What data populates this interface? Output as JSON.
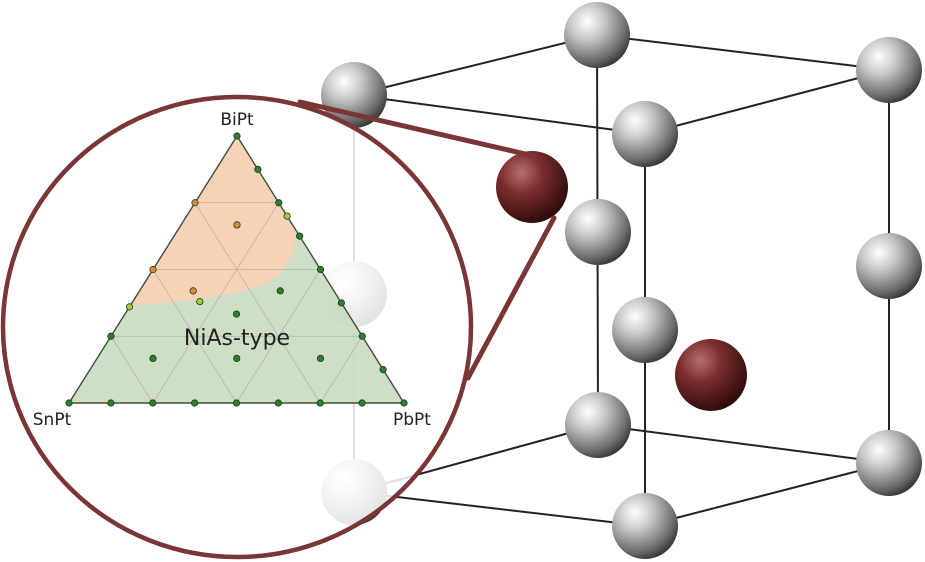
{
  "colors": {
    "inset_ring": "#7a3535",
    "pt_atom": "#bdbdbd",
    "x_atom": "#6e2424",
    "nias_region": "#c9dcc0",
    "other_region": "#f6d2b6",
    "point_green": "#2f7d2f",
    "point_orange": "#e0893a",
    "point_yellow": "#a7c93a"
  },
  "ternary": {
    "vertices": {
      "top": "BiPt",
      "left": "SnPt",
      "right": "PbPt"
    },
    "region_label": "NiAs-type",
    "grid_divisions": 4,
    "points": [
      {
        "bi": 1,
        "pb": 0,
        "phase": "green"
      },
      {
        "bi": 0.875,
        "pb": 0.125,
        "phase": "green"
      },
      {
        "bi": 0.75,
        "pb": 0,
        "phase": "orange"
      },
      {
        "bi": 0.75,
        "pb": 0.25,
        "phase": "green"
      },
      {
        "bi": 0.7,
        "pb": 0.3,
        "phase": "yellow"
      },
      {
        "bi": 0.667,
        "pb": 0.167,
        "phase": "orange"
      },
      {
        "bi": 0.625,
        "pb": 0.375,
        "phase": "green"
      },
      {
        "bi": 0.5,
        "pb": 0,
        "phase": "orange"
      },
      {
        "bi": 0.5,
        "pb": 0.5,
        "phase": "green"
      },
      {
        "bi": 0.42,
        "pb": 0.16,
        "phase": "orange"
      },
      {
        "bi": 0.38,
        "pb": 0.2,
        "phase": "yellow"
      },
      {
        "bi": 0.42,
        "pb": 0.42,
        "phase": "green"
      },
      {
        "bi": 0.36,
        "pb": 0,
        "phase": "yellow"
      },
      {
        "bi": 0.375,
        "pb": 0.625,
        "phase": "green"
      },
      {
        "bi": 0.333,
        "pb": 0.333,
        "phase": "green"
      },
      {
        "bi": 0.25,
        "pb": 0,
        "phase": "green"
      },
      {
        "bi": 0.25,
        "pb": 0.75,
        "phase": "green"
      },
      {
        "bi": 0.167,
        "pb": 0.167,
        "phase": "green"
      },
      {
        "bi": 0.167,
        "pb": 0.417,
        "phase": "green"
      },
      {
        "bi": 0.167,
        "pb": 0.667,
        "phase": "green"
      },
      {
        "bi": 0.125,
        "pb": 0.875,
        "phase": "green"
      },
      {
        "bi": 0,
        "pb": 0,
        "phase": "green"
      },
      {
        "bi": 0,
        "pb": 0.125,
        "phase": "green"
      },
      {
        "bi": 0,
        "pb": 0.25,
        "phase": "green"
      },
      {
        "bi": 0,
        "pb": 0.375,
        "phase": "green"
      },
      {
        "bi": 0,
        "pb": 0.5,
        "phase": "green"
      },
      {
        "bi": 0,
        "pb": 0.625,
        "phase": "green"
      },
      {
        "bi": 0,
        "pb": 0.75,
        "phase": "green"
      },
      {
        "bi": 0,
        "pb": 0.875,
        "phase": "green"
      },
      {
        "bi": 0,
        "pb": 1,
        "phase": "green"
      }
    ]
  }
}
